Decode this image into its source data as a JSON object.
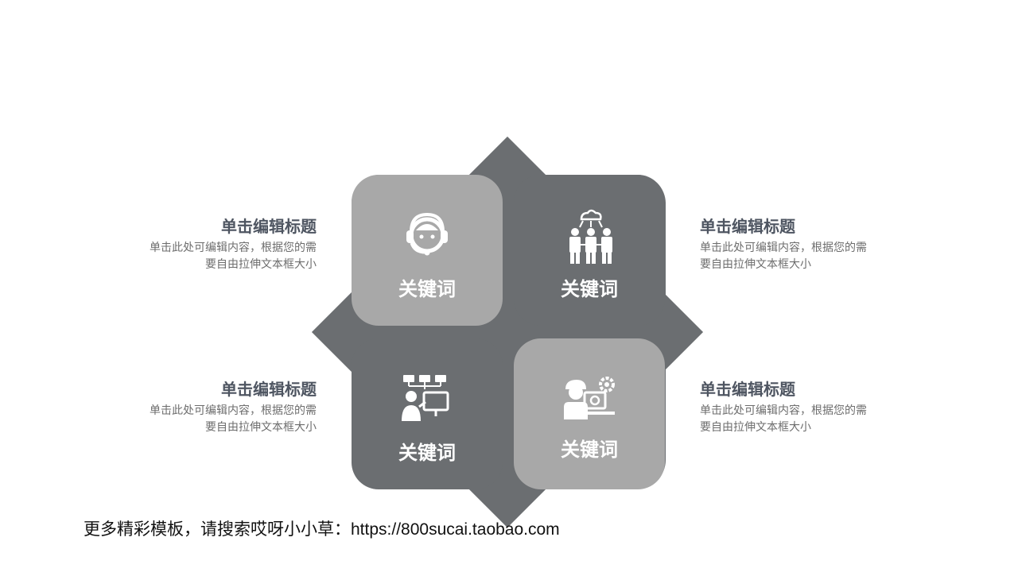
{
  "colors": {
    "dark_tile": "#6b6e71",
    "light_tile": "#a8a8a8",
    "title_text": "#4e5561",
    "desc_text": "#6d6d6d"
  },
  "tiles": [
    {
      "keyword": "关键词",
      "icon": "headset-support-icon"
    },
    {
      "keyword": "关键词",
      "icon": "team-cloud-icon"
    },
    {
      "keyword": "关键词",
      "icon": "presenter-network-icon"
    },
    {
      "keyword": "关键词",
      "icon": "engineer-gear-icon"
    }
  ],
  "notes": [
    {
      "title": "单击编辑标题",
      "desc_line1": "单击此处可编辑内容，根据您的需",
      "desc_line2": "要自由拉伸文本框大小"
    },
    {
      "title": "单击编辑标题",
      "desc_line1": "单击此处可编辑内容，根据您的需",
      "desc_line2": "要自由拉伸文本框大小"
    },
    {
      "title": "单击编辑标题",
      "desc_line1": "单击此处可编辑内容，根据您的需",
      "desc_line2": "要自由拉伸文本框大小"
    },
    {
      "title": "单击编辑标题",
      "desc_line1": "单击此处可编辑内容，根据您的需",
      "desc_line2": "要自由拉伸文本框大小"
    }
  ],
  "footer": {
    "text": "更多精彩模板，请搜索哎呀小小草：https://800sucai.taobao.com"
  }
}
